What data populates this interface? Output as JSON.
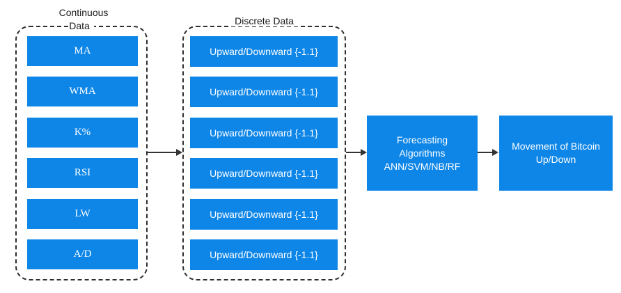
{
  "colors": {
    "background": "#FFFFFF",
    "box_blue": "#0E86E8",
    "box_text": "#FFFFFF",
    "arrow": "#333333",
    "group_border": "#2E2E2E",
    "title_text": "#1A1A1A"
  },
  "continuous_group": {
    "title": "Continuous\nData",
    "items": [
      "MA",
      "WMA",
      "K%",
      "RSI",
      "LW",
      "A/D"
    ]
  },
  "discrete_group": {
    "title": "Discrete Data",
    "items": [
      "Upward/Downward {-1.1}",
      "Upward/Downward {-1.1}",
      "Upward/Downward {-1.1}",
      "Upward/Downward {-1.1}",
      "Upward/Downward {-1.1}",
      "Upward/Downward {-1.1}"
    ]
  },
  "forecasting_box": {
    "label": "Forecasting\nAlgorithms\nANN/SVM/NB/RF"
  },
  "output_box": {
    "label": "Movement of Bitcoin\nUp/Down"
  }
}
